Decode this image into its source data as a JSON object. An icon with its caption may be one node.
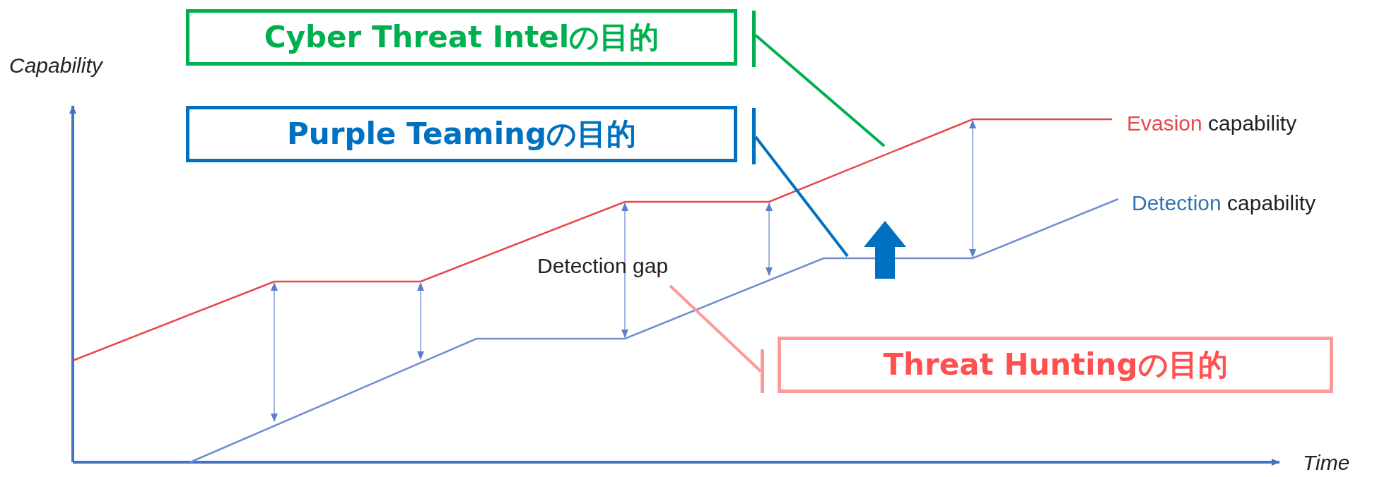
{
  "diagram": {
    "nodes": [
      {
        "text": [
          "Cyber Threat Intelの目的"
        ]
      },
      {
        "text": [
          "Purple Teamingの目的"
        ]
      },
      {
        "text": [
          "Detection gap"
        ]
      },
      {
        "text": [
          "Threat Huntingの目的"
        ]
      }
    ],
    "edges": [
      {
        "from": 0,
        "to": null,
        "arrow": "none",
        "color": "#00b050"
      },
      {
        "from": 1,
        "to": null,
        "arrow": "none",
        "color": "#0070c0"
      },
      {
        "from": 3,
        "to": 2,
        "arrow": "none",
        "color": "#ff9999"
      }
    ],
    "labels": [
      "Capability",
      "Evasion capability",
      "Detection capability",
      "Time"
    ]
  }
}
